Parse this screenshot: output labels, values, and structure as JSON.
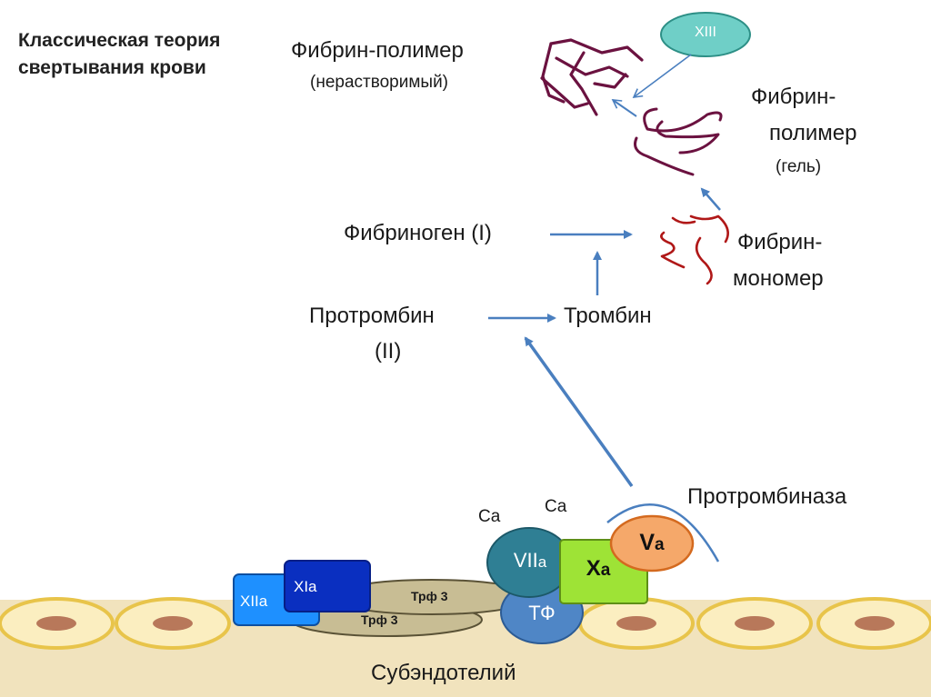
{
  "title": {
    "line1": "Классическая теория",
    "line2": "свертывания крови"
  },
  "nodes": {
    "fibrin_polymer_insoluble": {
      "name": "Фибрин-полимер",
      "note": "(нерастворимый)"
    },
    "factor_xiii": "XIII",
    "fibrin_polymer_gel": {
      "line1": "Фибрин-",
      "line2": "полимер",
      "note": "(гель)"
    },
    "fibrinogen": "Фибриноген (I)",
    "fibrin_monomer": {
      "line1": "Фибрин-",
      "line2": "мономер"
    },
    "prothrombin": {
      "line1": "Протромбин",
      "line2": "(II)"
    },
    "thrombin": "Тромбин",
    "prothrombinase": "Протромбиназа",
    "ca_1": "Ca",
    "ca_2": "Ca",
    "factor_viia": {
      "base": "VII",
      "sub": "a"
    },
    "factor_xa": {
      "base": "X",
      "sub": "a"
    },
    "factor_va": {
      "base": "V",
      "sub": "a"
    },
    "tissue_factor": "ТФ",
    "trf3_upper": "Трф 3",
    "trf3_lower": "Трф 3",
    "factor_xiia": "XIIa",
    "factor_xia": "XIa",
    "subendothelium": "Субэндотелий"
  },
  "colors": {
    "arrow": "#4a7fbf",
    "polymer_strand": "#6b1240",
    "monomer_strand": "#b01818",
    "xiii_fill": "#6fcfc7",
    "viia_fill": "#2f7f94",
    "xa_fill": "#9ee336",
    "va_fill": "#f5a86a",
    "tf_fill": "#4f86c6",
    "trf_fill": "#c8bd94",
    "xiia_fill": "#1e90ff",
    "xia_fill": "#0a2fc0",
    "cell_fill": "#fbeec0",
    "cell_border": "#e8c44a",
    "nucleus": "#b8785a",
    "subendothelium_fill": "#f1e3bd"
  }
}
